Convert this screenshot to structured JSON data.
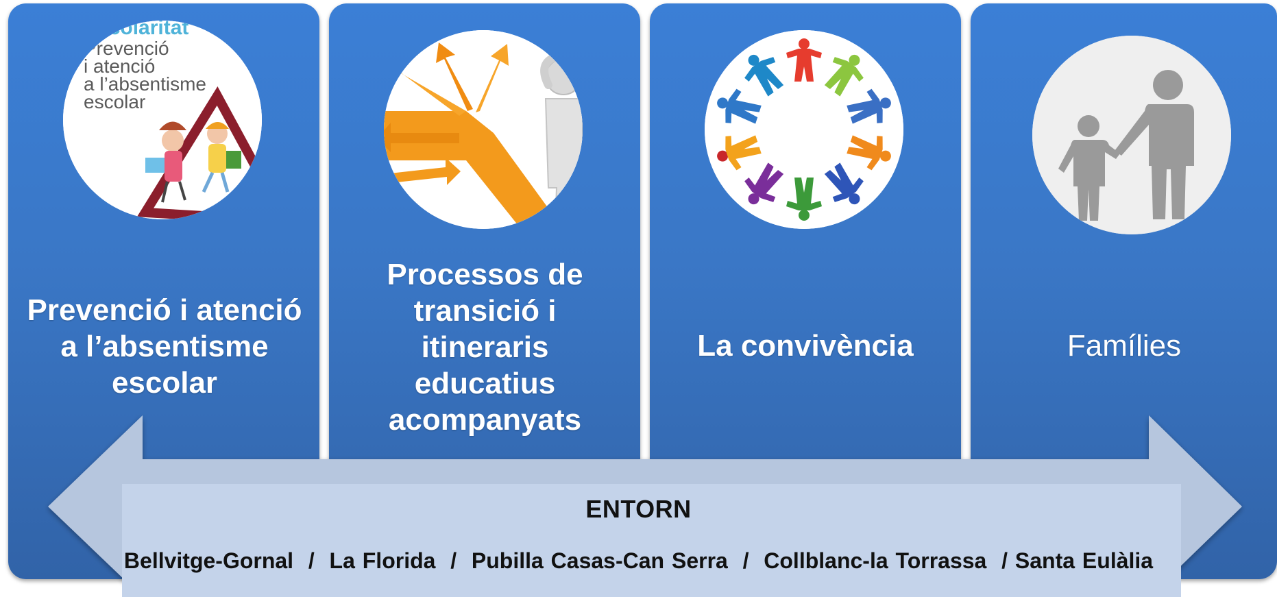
{
  "panels": [
    {
      "label": "Prevenció i atenció a l’absentisme escolar",
      "cover_text": [
        "Escolaritat",
        "Prevenció",
        "i atenció",
        "a l’absentisme",
        "escolar"
      ]
    },
    {
      "label": "Processos de transició i itineraris educatius acompanyats"
    },
    {
      "label": "La convivència"
    },
    {
      "label": "Famílies"
    }
  ],
  "entorn": {
    "title": "ENTORN",
    "neighbourhoods": "Bellvitge-Gornal  /  La Florida  /  Pubilla Casas-Can Serra  /  Collblanc-la Torrassa  / Santa Eulàlia"
  },
  "colors": {
    "panel_blue": "#3a77c6",
    "arrow_fill": "#b6c6de",
    "text_dark": "#111111"
  },
  "icons": [
    "absentisme-cover-icon",
    "crossroads-arrows-icon",
    "people-circle-icon",
    "family-icon"
  ]
}
